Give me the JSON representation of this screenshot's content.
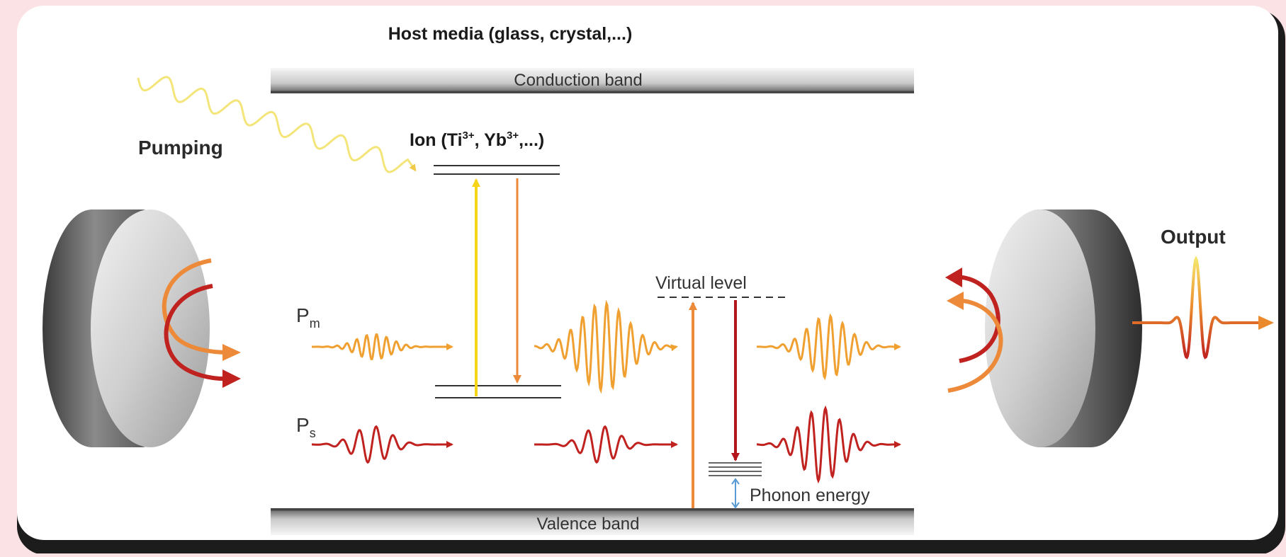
{
  "title": "Host media (glass, crystal,...)",
  "labels": {
    "conduction_band": "Conduction band",
    "valence_band": "Valence band",
    "pumping": "Pumping",
    "ion_prefix": "Ion (Ti",
    "ion_sup1": "3+",
    "ion_mid": ", Yb",
    "ion_sup2": "3+",
    "ion_suffix": ",...)",
    "virtual_level": "Virtual level",
    "phonon_energy": "Phonon energy",
    "output": "Output",
    "pm_main": "P",
    "pm_sub": "m",
    "ps_main": "P",
    "ps_sub": "s"
  },
  "colors": {
    "pump": "#f3e57a",
    "pm": "#f0a030",
    "ps": "#c0221f",
    "ion_up": "#f5d41a",
    "ion_down": "#ec8a3a",
    "phonon": "#5b9bd5",
    "output_orange": "#eb8a2c",
    "output_red": "#c0221f"
  },
  "icons": {
    "left_mirror": "cylindrical-mirror-icon",
    "right_mirror": "cylindrical-mirror-icon"
  }
}
